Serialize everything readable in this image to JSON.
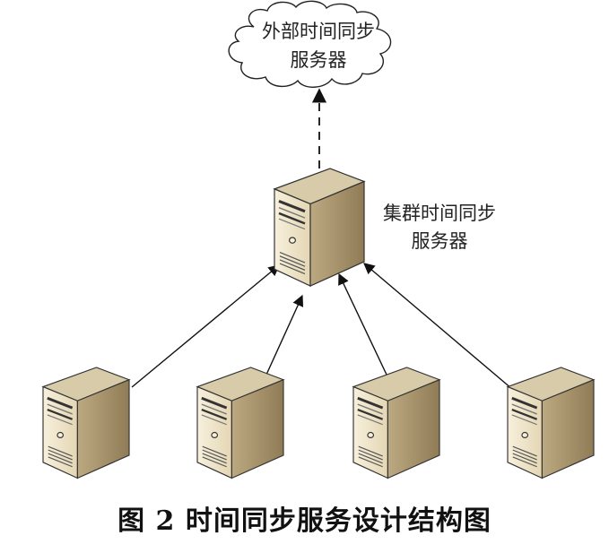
{
  "external": {
    "line1": "外部时间同步",
    "line2": "服务器"
  },
  "cluster": {
    "line1": "集群时间同步",
    "line2": "服务器"
  },
  "caption": "图 2   时间同步服务设计结构图",
  "colors": {
    "server_front": "#f1e8d2",
    "server_side": "#b7a47c",
    "server_top": "#d9cdb1",
    "stroke": "#2b2b2b",
    "cloud_fill": "#ffffff"
  },
  "icons": [
    "cloud-icon",
    "server-icon"
  ]
}
